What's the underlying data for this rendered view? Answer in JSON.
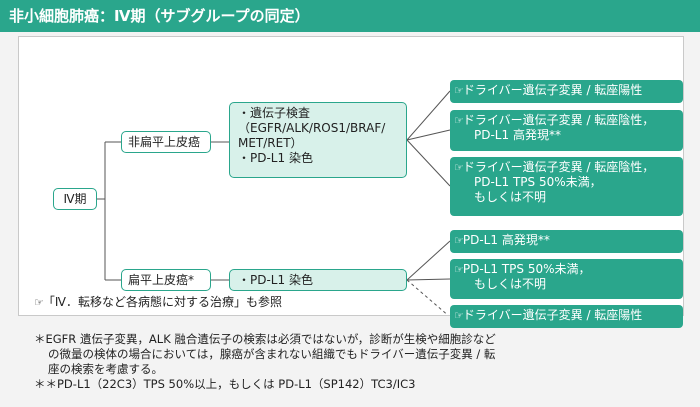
{
  "title": "非小細胞肺癌：Ⅳ期（サブグループの同定）",
  "nodes": {
    "root": "Ⅳ期",
    "nonsquamous": "非扁平上皮癌",
    "squamous": "扁平上皮癌*",
    "nonsq_tests": [
      "・遺伝子検査",
      "（EGFR/ALK/ROS1/BRAF/",
      "MET/RET）",
      "・PD-L1 染色"
    ],
    "sq_tests": "・PD-L1 染色"
  },
  "results": {
    "r1": [
      "ドライバー遺伝子変異 / 転座陽性"
    ],
    "r2": [
      "ドライバー遺伝子変異 / 転座陰性，",
      "PD-L1 高発現**"
    ],
    "r3": [
      "ドライバー遺伝子変異 / 転座陰性，",
      "PD-L1 TPS 50%未満，",
      "もしくは不明"
    ],
    "r4": [
      "PD-L1 高発現**"
    ],
    "r5": [
      "PD-L1 TPS 50%未満，",
      "もしくは不明"
    ],
    "r6": [
      "ドライバー遺伝子変異 / 転座陽性"
    ]
  },
  "icons": {
    "reference": "reference-hand-icon",
    "glyph": "☞"
  },
  "reference_note": "「Ⅳ．転移など各病態に対する治療」も参照",
  "footnotes": {
    "f1": [
      "＊EGFR 遺伝子変異，ALK 融合遺伝子の検索は必須ではないが，診断が生検や細胞診など",
      "の微量の検体の場合においては，腺癌が含まれない組織でもドライバー遺伝子変異 / 転",
      "座の検索を考慮する。"
    ],
    "f2": "＊＊PD-L1（22C3）TPS 50%以上，もしくは PD-L1（SP142）TC3/IC3"
  },
  "colors": {
    "accent": "#2aa68c",
    "light": "#d8f1ea",
    "panel_bg": "#f3f3f3",
    "line": "#555555"
  }
}
